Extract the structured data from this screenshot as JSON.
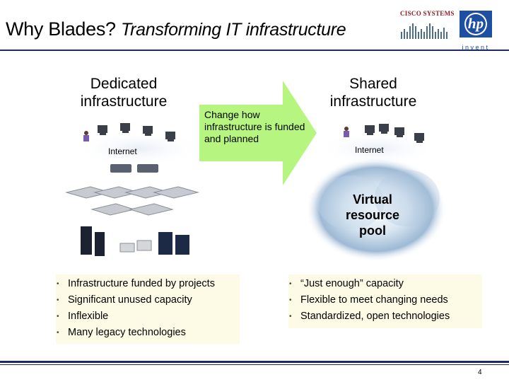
{
  "header": {
    "title_main": "Why Blades?",
    "title_sub": "Transforming IT infrastructure",
    "cisco_logo_text": "Cisco Systems",
    "hp_logo_text": "hp",
    "hp_tagline": "invent"
  },
  "left": {
    "heading": "Dedicated infrastructure",
    "internet_label": "Internet",
    "bullets": [
      "Infrastructure funded by projects",
      "Significant unused capacity",
      "Inflexible",
      "Many legacy technologies"
    ]
  },
  "arrow": {
    "text": "Change how infrastructure is funded and planned",
    "color": "#b6f57f"
  },
  "right": {
    "heading": "Shared infrastructure",
    "internet_label": "Internet",
    "cloud_label": "Virtual resource pool",
    "bullets": [
      "“Just enough” capacity",
      "Flexible to meet changing needs",
      "Standardized, open technologies"
    ]
  },
  "footer": {
    "page_number": "4"
  },
  "colors": {
    "rule": "#1d2b62",
    "bullet_bg": "#fdfbe5",
    "hp_blue": "#1f4fa3"
  }
}
